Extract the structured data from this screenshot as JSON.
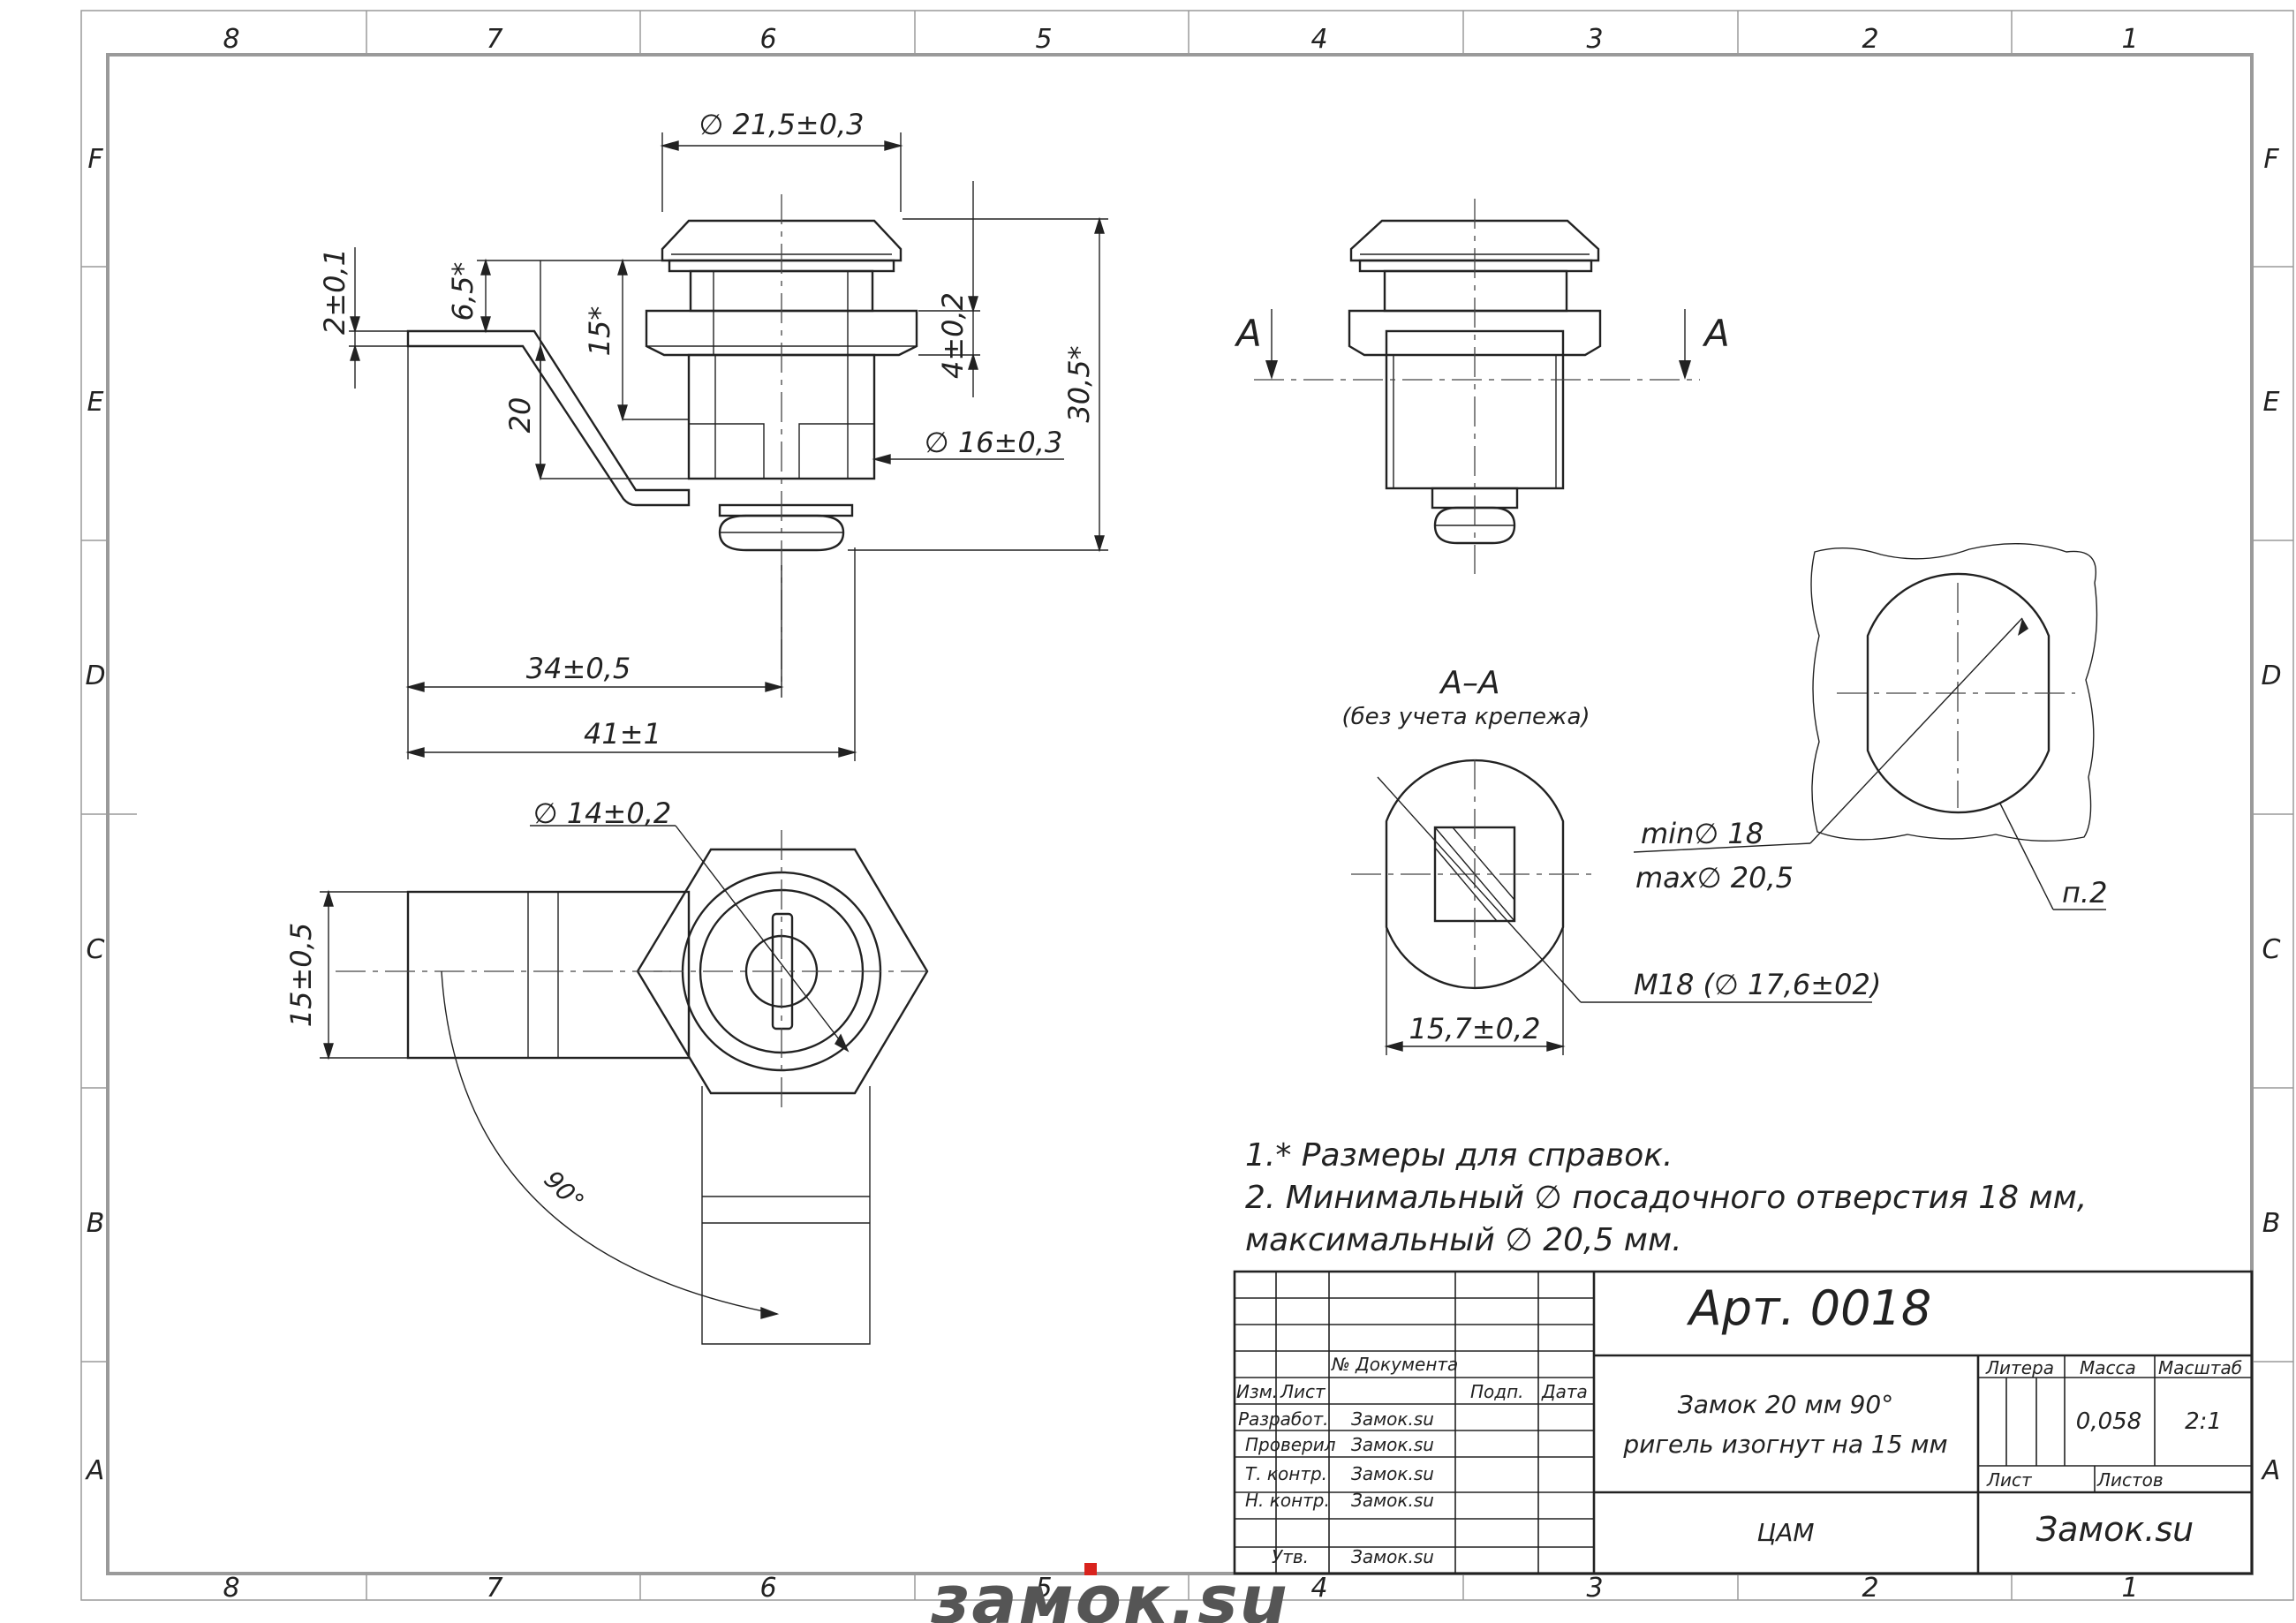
{
  "zone_columns": [
    "8",
    "7",
    "6",
    "5",
    "4",
    "3",
    "2",
    "1"
  ],
  "zone_rows": [
    "F",
    "E",
    "D",
    "C",
    "B",
    "A"
  ],
  "dimensions": {
    "head_diameter": "∅ 21,5±0,3",
    "lever_thickness": "2±0,1",
    "offset_ref": "6,5*",
    "height_ref": "15*",
    "nut_height": "4±0,2",
    "total_height": "30,5*",
    "lever_bend": "20",
    "body_diameter": "∅ 16±0,3",
    "length_34": "34±0,5",
    "length_41": "41±1",
    "cylinder_diameter": "∅ 14±0,2",
    "lever_width": "15±0,5",
    "rotation_angle": "90°",
    "section_width": "15,7±0,2",
    "thread": "M18  (∅ 17,6±02)",
    "hole_min": "min∅  18",
    "hole_max": "max∅ 20,5",
    "note_ref": "п.2"
  },
  "section": {
    "arrow_label": "A",
    "title": "A–A",
    "subtitle": "(без учета крепежа)"
  },
  "notes": [
    "1.* Размеры для справок.",
    "2. Минимальный ∅ посадочного отверстия 18 мм,",
    "максимальный ∅  20,5 мм."
  ],
  "title_block": {
    "article": "Арт. 0018",
    "doc_number_label": "№ Документа",
    "col_izm": "Изм.",
    "col_list": "Лист",
    "col_podp": "Подп.",
    "col_data": "Дата",
    "role_developed": "Разработ.",
    "role_checked": "Проверил",
    "role_tech": "Т. контр.",
    "role_norm": "Н. контр.",
    "role_approved": "Утв.",
    "person": "Замок.su",
    "product_line1": "Замок 20 мм 90°",
    "product_line2": "ригель изогнут на 15 мм",
    "litera_label": "Литера",
    "mass_label": "Масса",
    "scale_label": "Масштаб",
    "mass_value": "0,058",
    "scale_value": "2:1",
    "sheet_label": "Лист",
    "sheets_label": "Листов",
    "material": "ЦАМ",
    "company": "Замок.su"
  },
  "watermark": "замок.su",
  "colors": {
    "line": "#222222",
    "frame": "#9a9a9a",
    "watermark": "#555555",
    "watermark_accent": "#d9231d"
  }
}
